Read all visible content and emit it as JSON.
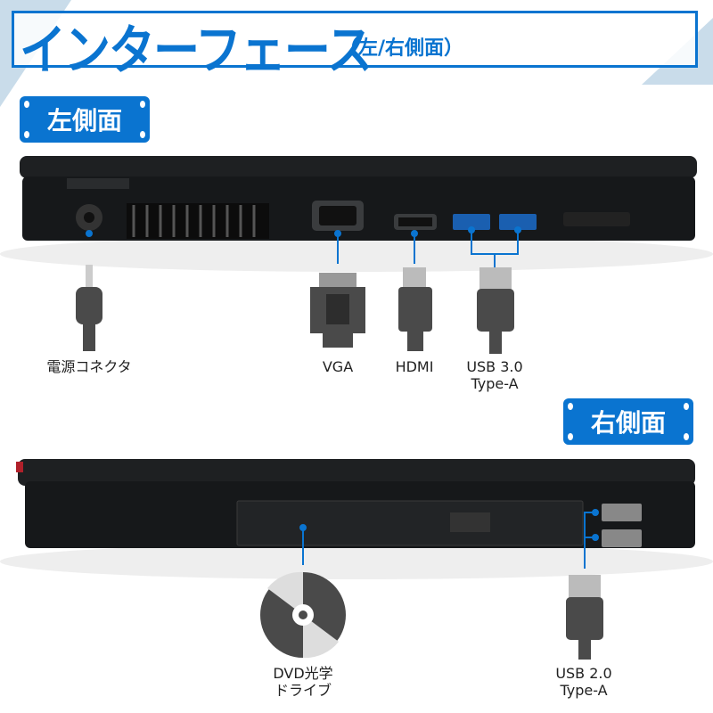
{
  "title": {
    "main": "インターフェース",
    "sub": "（左/右側面）"
  },
  "colors": {
    "accent": "#0a74d0",
    "laptop": "#1c1e20",
    "connector": "#4a4a4a"
  },
  "left_side": {
    "badge": "左側面",
    "ports": [
      {
        "label": "電源コネクタ",
        "icon": "dc-plug-icon"
      },
      {
        "label": "VGA",
        "icon": "vga-plug-icon"
      },
      {
        "label": "HDMI",
        "icon": "hdmi-plug-icon"
      },
      {
        "label": "USB 3.0",
        "label2": "Type-A",
        "icon": "usb-plug-icon"
      }
    ]
  },
  "right_side": {
    "badge": "右側面",
    "ports": [
      {
        "label": "DVD光学",
        "label2": "ドライブ",
        "icon": "disc-icon"
      },
      {
        "label": "USB 2.0",
        "label2": "Type-A",
        "icon": "usb-plug-icon"
      }
    ]
  }
}
